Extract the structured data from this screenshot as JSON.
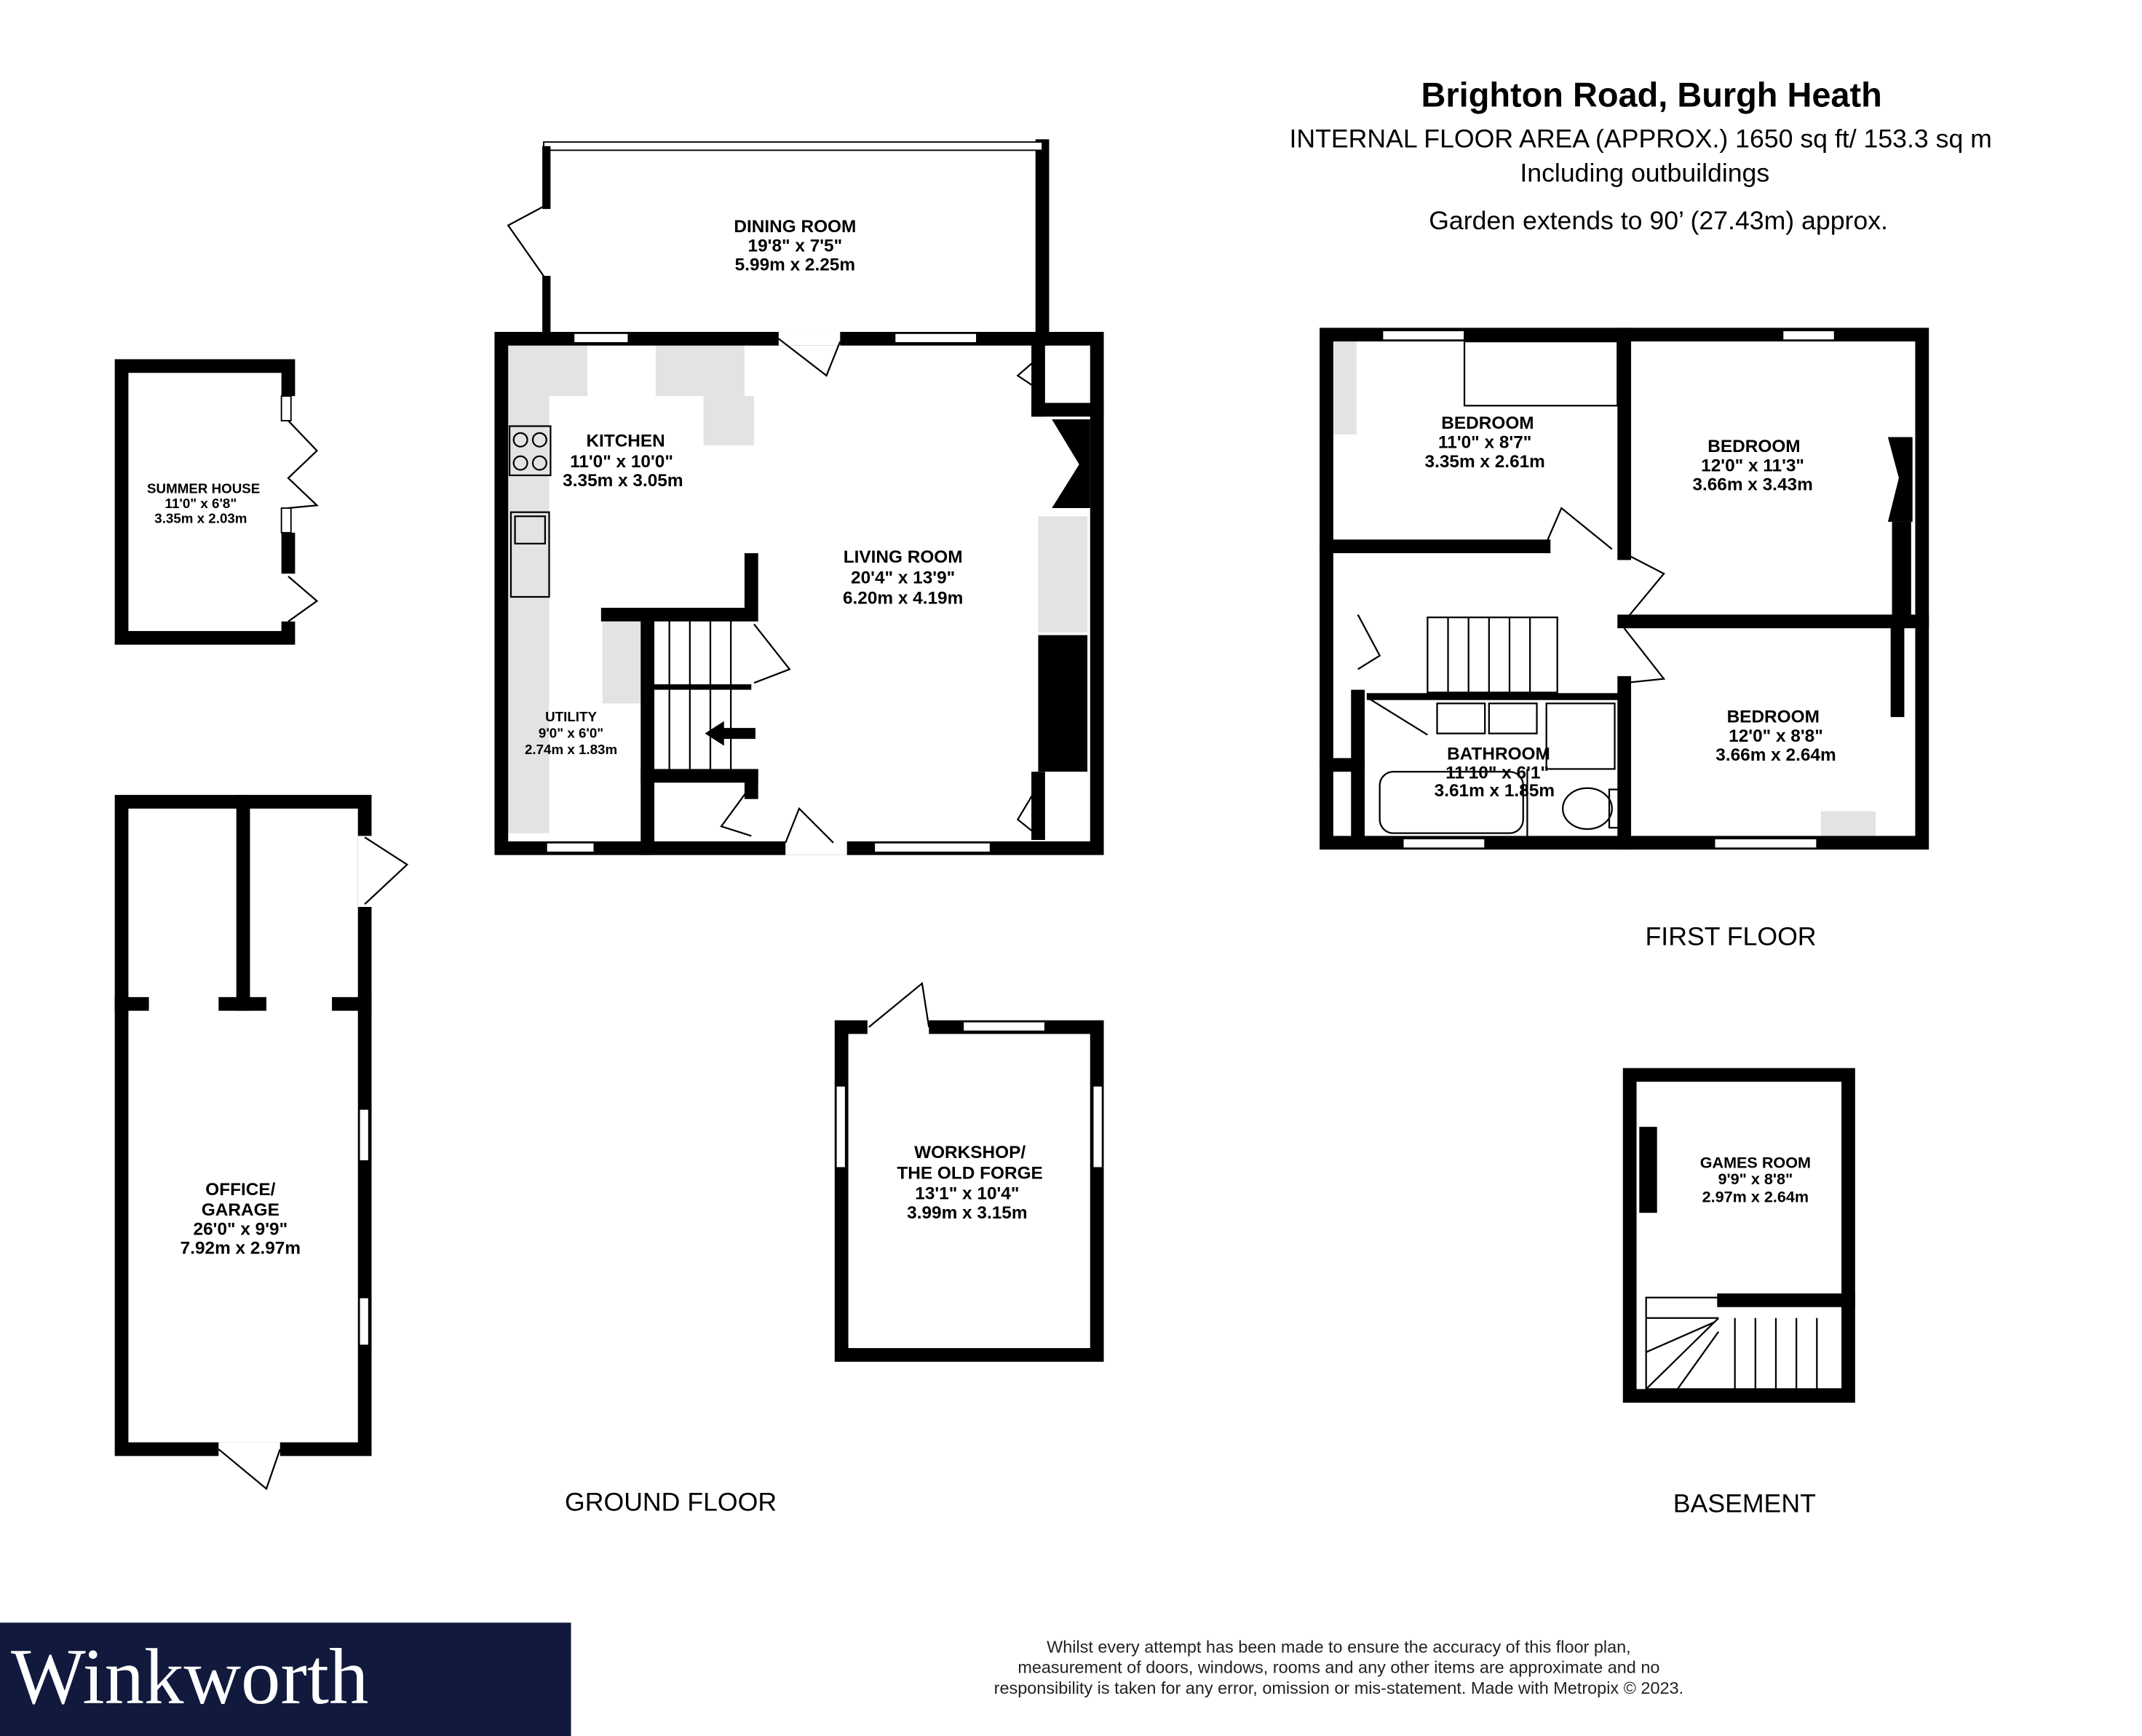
{
  "header": {
    "title": "Brighton Road, Burgh Heath",
    "area": "INTERNAL FLOOR AREA (APPROX.) 1650 sq ft/ 153.3 sq m",
    "note": "Including outbuildings",
    "garden": "Garden extends to 90’ (27.43m) approx."
  },
  "floors": {
    "ground": "GROUND FLOOR",
    "first": "FIRST FLOOR",
    "basement": "BASEMENT"
  },
  "rooms": {
    "dining": {
      "name": "DINING ROOM",
      "imperial": "19'8\"  x 7'5\"",
      "metric": "5.99m  x 2.25m"
    },
    "kitchen": {
      "name": "KITCHEN",
      "imperial": "11'0\"  x 10'0\"",
      "metric": "3.35m  x 3.05m"
    },
    "living": {
      "name": "LIVING ROOM",
      "imperial": "20'4\"  x 13'9\"",
      "metric": "6.20m  x 4.19m"
    },
    "utility": {
      "name": "UTILITY",
      "imperial": "9'0\"  x 6'0\"",
      "metric": "2.74m  x 1.83m"
    },
    "summer": {
      "name": "SUMMER HOUSE",
      "imperial": "11'0\"  x 6'8\"",
      "metric": "3.35m  x 2.03m"
    },
    "office": {
      "name1": "OFFICE/",
      "name2": "GARAGE",
      "imperial": "26'0\"  x 9'9\"",
      "metric": "7.92m  x 2.97m"
    },
    "workshop": {
      "name1": "WORKSHOP/",
      "name2": "THE OLD FORGE",
      "imperial": "13'1\"  x 10'4\"",
      "metric": "3.99m  x 3.15m"
    },
    "bed1": {
      "name": "BEDROOM",
      "imperial": "11'0\"  x 8'7\"",
      "metric": "3.35m  x 2.61m"
    },
    "bed2": {
      "name": "BEDROOM",
      "imperial": "12'0\"  x 11'3\"",
      "metric": "3.66m  x 3.43m"
    },
    "bed3": {
      "name": "BEDROOM",
      "imperial": "12'0\"  x 8'8\"",
      "metric": "3.66m  x 2.64m"
    },
    "bathroom": {
      "name": "BATHROOM",
      "imperial": "11'10\"  x 6'1\"",
      "metric": "3.61m  x 1.85m"
    },
    "games": {
      "name": "GAMES ROOM",
      "imperial": "9'9\"  x 8'8\"",
      "metric": "2.97m  x 2.64m"
    }
  },
  "logo": {
    "text": "Winkworth",
    "bg_color": "#111a3d"
  },
  "disclaimer": [
    "Whilst every attempt has been made to ensure the accuracy of this floor plan,",
    "measurement of doors, windows, rooms and any other items are approximate and no",
    "responsibility is taken for any error, omission or mis-statement. Made with Metropix © 2023."
  ]
}
